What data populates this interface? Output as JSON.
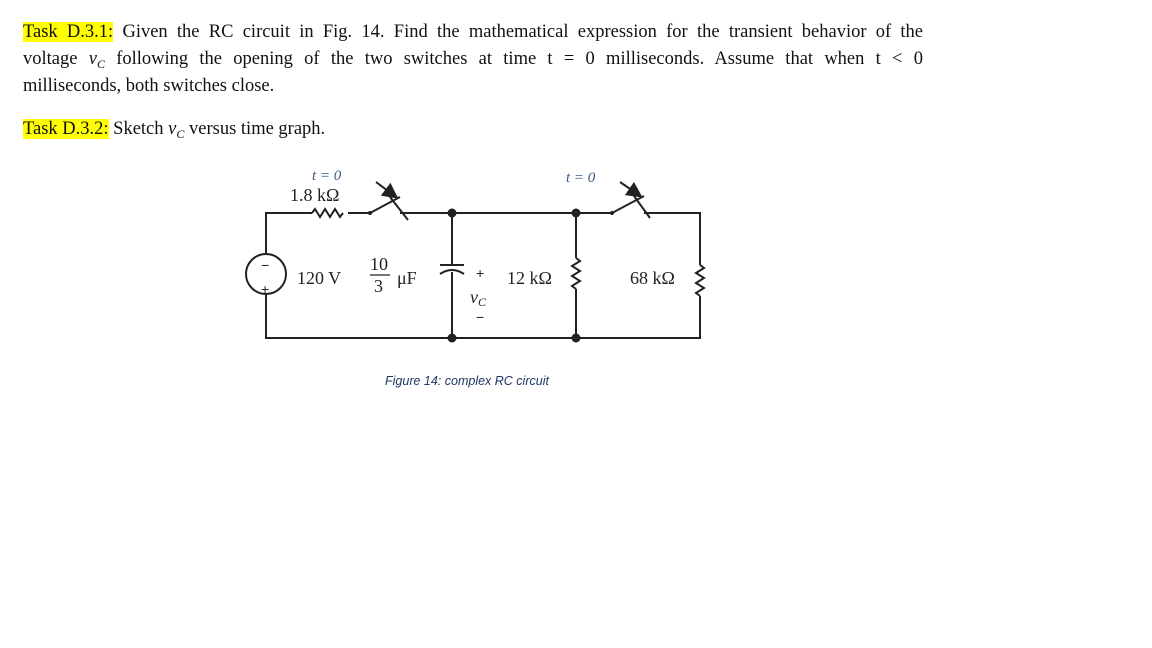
{
  "task1": {
    "label": "Task D.3.1:",
    "line1": "Given the RC circuit in Fig. 14. Find the mathematical expression for the transient behavior of the",
    "line2_a": "voltage",
    "var_v": "v",
    "var_c": "C",
    "line2_b": "following the opening of the two switches at time t = 0 milliseconds. Assume that when t < 0",
    "line3": "milliseconds, both switches close."
  },
  "task2": {
    "label": "Task D.3.2:",
    "text_a": "Sketch",
    "var_v": "v",
    "var_c": "C",
    "text_b": "versus time graph."
  },
  "circuit": {
    "switch1_label": "t = 0",
    "r1_label": "1.8 kΩ",
    "source_label": "120 V",
    "source_minus": "−",
    "source_plus": "+",
    "cap_num": "10",
    "cap_den": "3",
    "cap_unit": "μF",
    "vc_plus": "+",
    "vc_v": "v",
    "vc_c": "C",
    "vc_minus": "−",
    "r2_label": "12 kΩ",
    "switch2_label": "t = 0",
    "r3_label": "68 kΩ"
  },
  "caption": "Figure 14: complex RC circuit"
}
